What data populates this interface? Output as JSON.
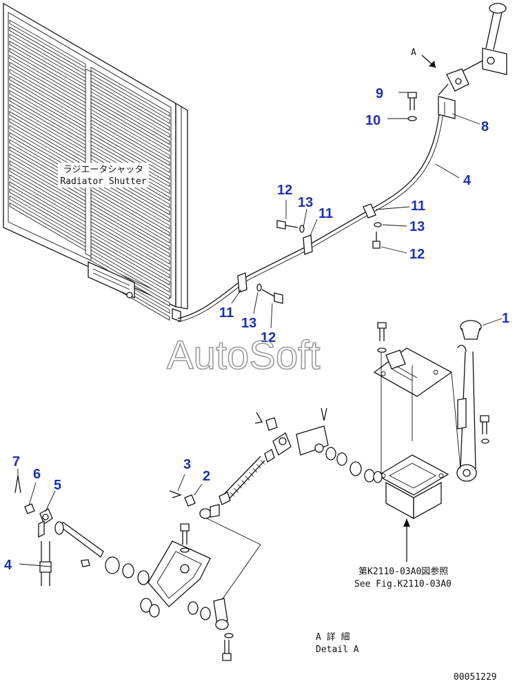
{
  "labels": {
    "radiator_shutter_jp": "ラジエータシャッタ",
    "radiator_shutter_en": "Radiator Shutter",
    "view_a": "A",
    "see_fig_jp": "第K2110-03A0図参照",
    "see_fig_en": "See Fig.K2110-03A0",
    "detail_a_jp": "A 詳 細",
    "detail_a_en": "Detail A",
    "drawing_number": "00051229",
    "watermark": "AutoSoft"
  },
  "callouts": [
    {
      "id": "c1",
      "text": "1"
    },
    {
      "id": "c2",
      "text": "2"
    },
    {
      "id": "c3",
      "text": "3"
    },
    {
      "id": "c4a",
      "text": "4"
    },
    {
      "id": "c4b",
      "text": "4"
    },
    {
      "id": "c5",
      "text": "5"
    },
    {
      "id": "c6",
      "text": "6"
    },
    {
      "id": "c7",
      "text": "7"
    },
    {
      "id": "c8",
      "text": "8"
    },
    {
      "id": "c9",
      "text": "9"
    },
    {
      "id": "c10",
      "text": "10"
    },
    {
      "id": "c11a",
      "text": "11"
    },
    {
      "id": "c11b",
      "text": "11"
    },
    {
      "id": "c11c",
      "text": "11"
    },
    {
      "id": "c12a",
      "text": "12"
    },
    {
      "id": "c12b",
      "text": "12"
    },
    {
      "id": "c12c",
      "text": "12"
    },
    {
      "id": "c13a",
      "text": "13"
    },
    {
      "id": "c13b",
      "text": "13"
    },
    {
      "id": "c13c",
      "text": "13"
    }
  ],
  "colors": {
    "callout": "#1a2fb5",
    "line": "#111111",
    "watermark": "#9a9a9a"
  }
}
